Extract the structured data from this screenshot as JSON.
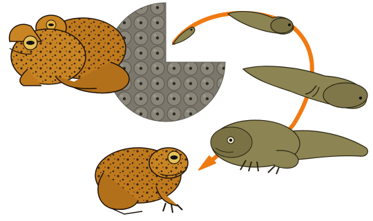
{
  "diagram": {
    "stages": [
      {
        "id": "adult-pair",
        "icon": "mating-toads-icon"
      },
      {
        "id": "eggs",
        "icon": "frogspawn-icon"
      },
      {
        "id": "young-tadpole",
        "icon": "young-tadpole-icon"
      },
      {
        "id": "tadpole",
        "icon": "tadpole-icon"
      },
      {
        "id": "tadpole-with-legs",
        "icon": "tadpole-with-legs-icon"
      },
      {
        "id": "tadpole-with-four-legs",
        "icon": "froglet-icon"
      },
      {
        "id": "adult-toad",
        "icon": "toad-icon"
      }
    ],
    "colors": {
      "cycle_arrow": "#f07a12",
      "toad_body": "#c07a1e",
      "toad_spots": "#3a2410",
      "tadpole": "#8c8452",
      "egg_background": "#7b776c"
    }
  }
}
